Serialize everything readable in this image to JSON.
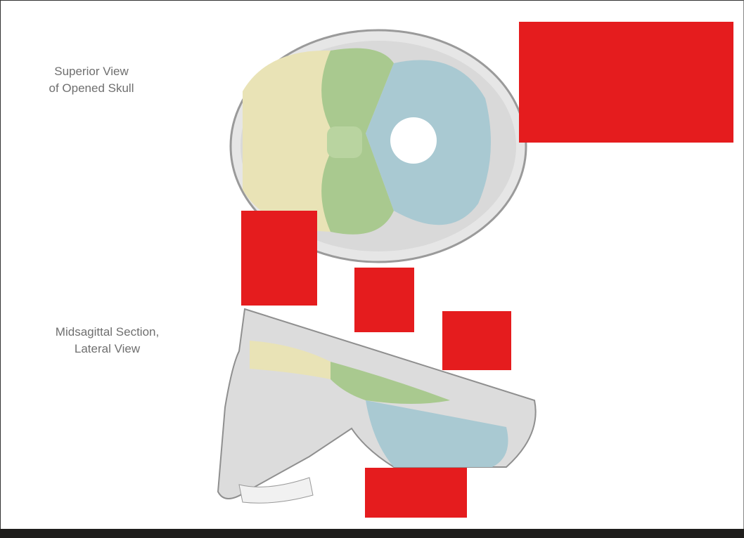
{
  "captions": {
    "superior": [
      "Superior View",
      "of Opened Skull"
    ],
    "midsagittal": [
      "Midsagittal Section,",
      "Lateral View"
    ]
  },
  "colors": {
    "anterior_fossa": "#e9e3b6",
    "middle_fossa": "#a9c98f",
    "posterior_fossa": "#a9c9d2",
    "label_cover": "#e51c1e",
    "bone": "#d8d8d8"
  }
}
